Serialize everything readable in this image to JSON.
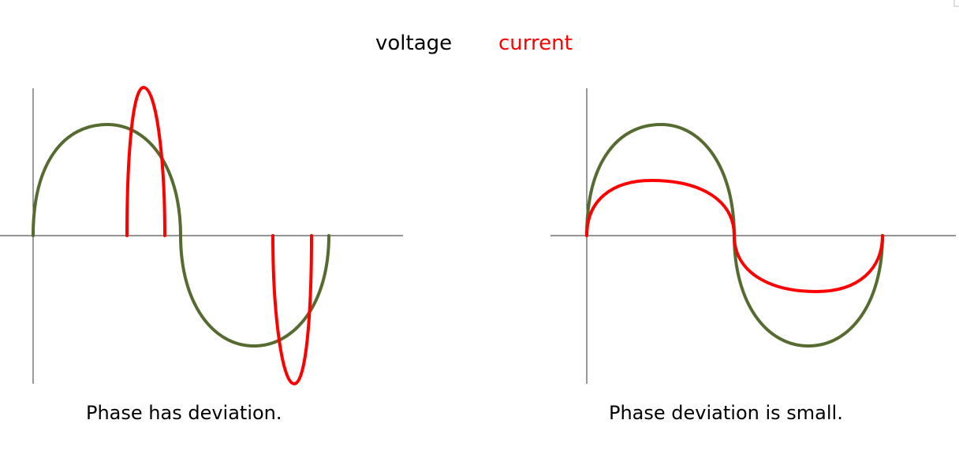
{
  "legend": {
    "voltage": {
      "label": "voltage",
      "color": "#000000"
    },
    "current": {
      "label": "current",
      "color": "#ff0000"
    }
  },
  "colors": {
    "voltage_curve": "#556B2F",
    "current_curve": "#ff0000",
    "axis": "#333333"
  },
  "panels": [
    {
      "caption": "Phase has deviation."
    },
    {
      "caption": "Phase deviation is small."
    }
  ]
}
